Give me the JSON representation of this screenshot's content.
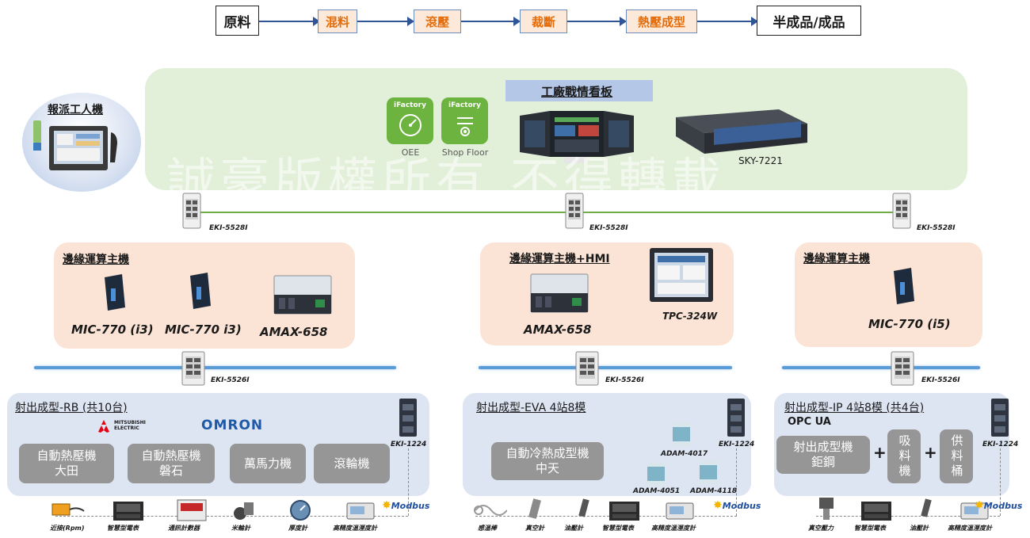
{
  "process_flow": {
    "steps": [
      "原料",
      "混料",
      "滾壓",
      "裁斷",
      "熱壓成型",
      "半成品/成品"
    ]
  },
  "dispatch_station": {
    "title": "報派工人機"
  },
  "dashboard_panel": {
    "title": "工廠戰情看板",
    "apps": [
      {
        "badge": "iFactory",
        "label": "OEE",
        "icon": "gauge-icon"
      },
      {
        "badge": "iFactory",
        "label": "Shop Floor",
        "icon": "flow-icon"
      }
    ],
    "server_label": "SKY-7221",
    "watermark": "誠豪版權所有 不得轉載"
  },
  "switches_top": [
    "EKI-5528I",
    "EKI-5528I",
    "EKI-5528I"
  ],
  "edge_groups": [
    {
      "title": "邊緣運算主機",
      "models": [
        "MIC-770 (i3)",
        "MIC-770 i3)",
        "AMAX-658"
      ]
    },
    {
      "title": "邊緣運算主機+HMI",
      "models": [
        "AMAX-658",
        "TPC-324W"
      ]
    },
    {
      "title": "邊緣運算主機",
      "models": [
        "MIC-770 (i5)"
      ]
    }
  ],
  "switches_mid": [
    "EKI-5526I",
    "EKI-5526I",
    "EKI-5526I"
  ],
  "machine_groups": [
    {
      "title": "射出成型-RB (共10台)",
      "brands": [
        "MITSUBISHI ELECTRIC",
        "OMRON"
      ],
      "machines": [
        {
          "line1": "自動熱壓機",
          "line2": "大田"
        },
        {
          "line1": "自動熱壓機",
          "line2": "磐石"
        },
        {
          "line1": "萬馬力機",
          "line2": ""
        },
        {
          "line1": "滾輪機",
          "line2": ""
        }
      ],
      "gateway": "EKI-1224",
      "sensors": [
        "近接(Rpm)",
        "智慧型電表",
        "通訊計數器",
        "米輪計",
        "厚度計",
        "高精度溫溼度計"
      ]
    },
    {
      "title": "射出成型-EVA 4站8模",
      "machines": [
        {
          "line1": "自動冷熱成型機",
          "line2": "中天"
        }
      ],
      "io_modules": [
        "ADAM-4017",
        "ADAM-4051",
        "ADAM-4118"
      ],
      "gateway": "EKI-1224",
      "sensors": [
        "感溫棒",
        "真空計",
        "油壓計",
        "智慧型電表",
        "高精度溫溼度計"
      ]
    },
    {
      "title": "射出成型-IP 4站8模 (共4台)",
      "brands": [
        "OPC UA"
      ],
      "machines": [
        {
          "line1": "射出成型機",
          "line2": "鉅鋼"
        }
      ],
      "extras": [
        "吸料機",
        "供料桶"
      ],
      "gateway": "EKI-1224",
      "sensors": [
        "真空壓力",
        "智慧型電表",
        "油壓計",
        "高精度溫溼度計"
      ]
    }
  ],
  "protocol": "Modbus",
  "colors": {
    "flow_accent": "#e46c0a",
    "green_panel": "#e2efd9",
    "peach_panel": "#fbe4d5",
    "blue_panel": "#dde5f3",
    "bus_line": "#5b9bd5",
    "machine_button": "#969696"
  }
}
